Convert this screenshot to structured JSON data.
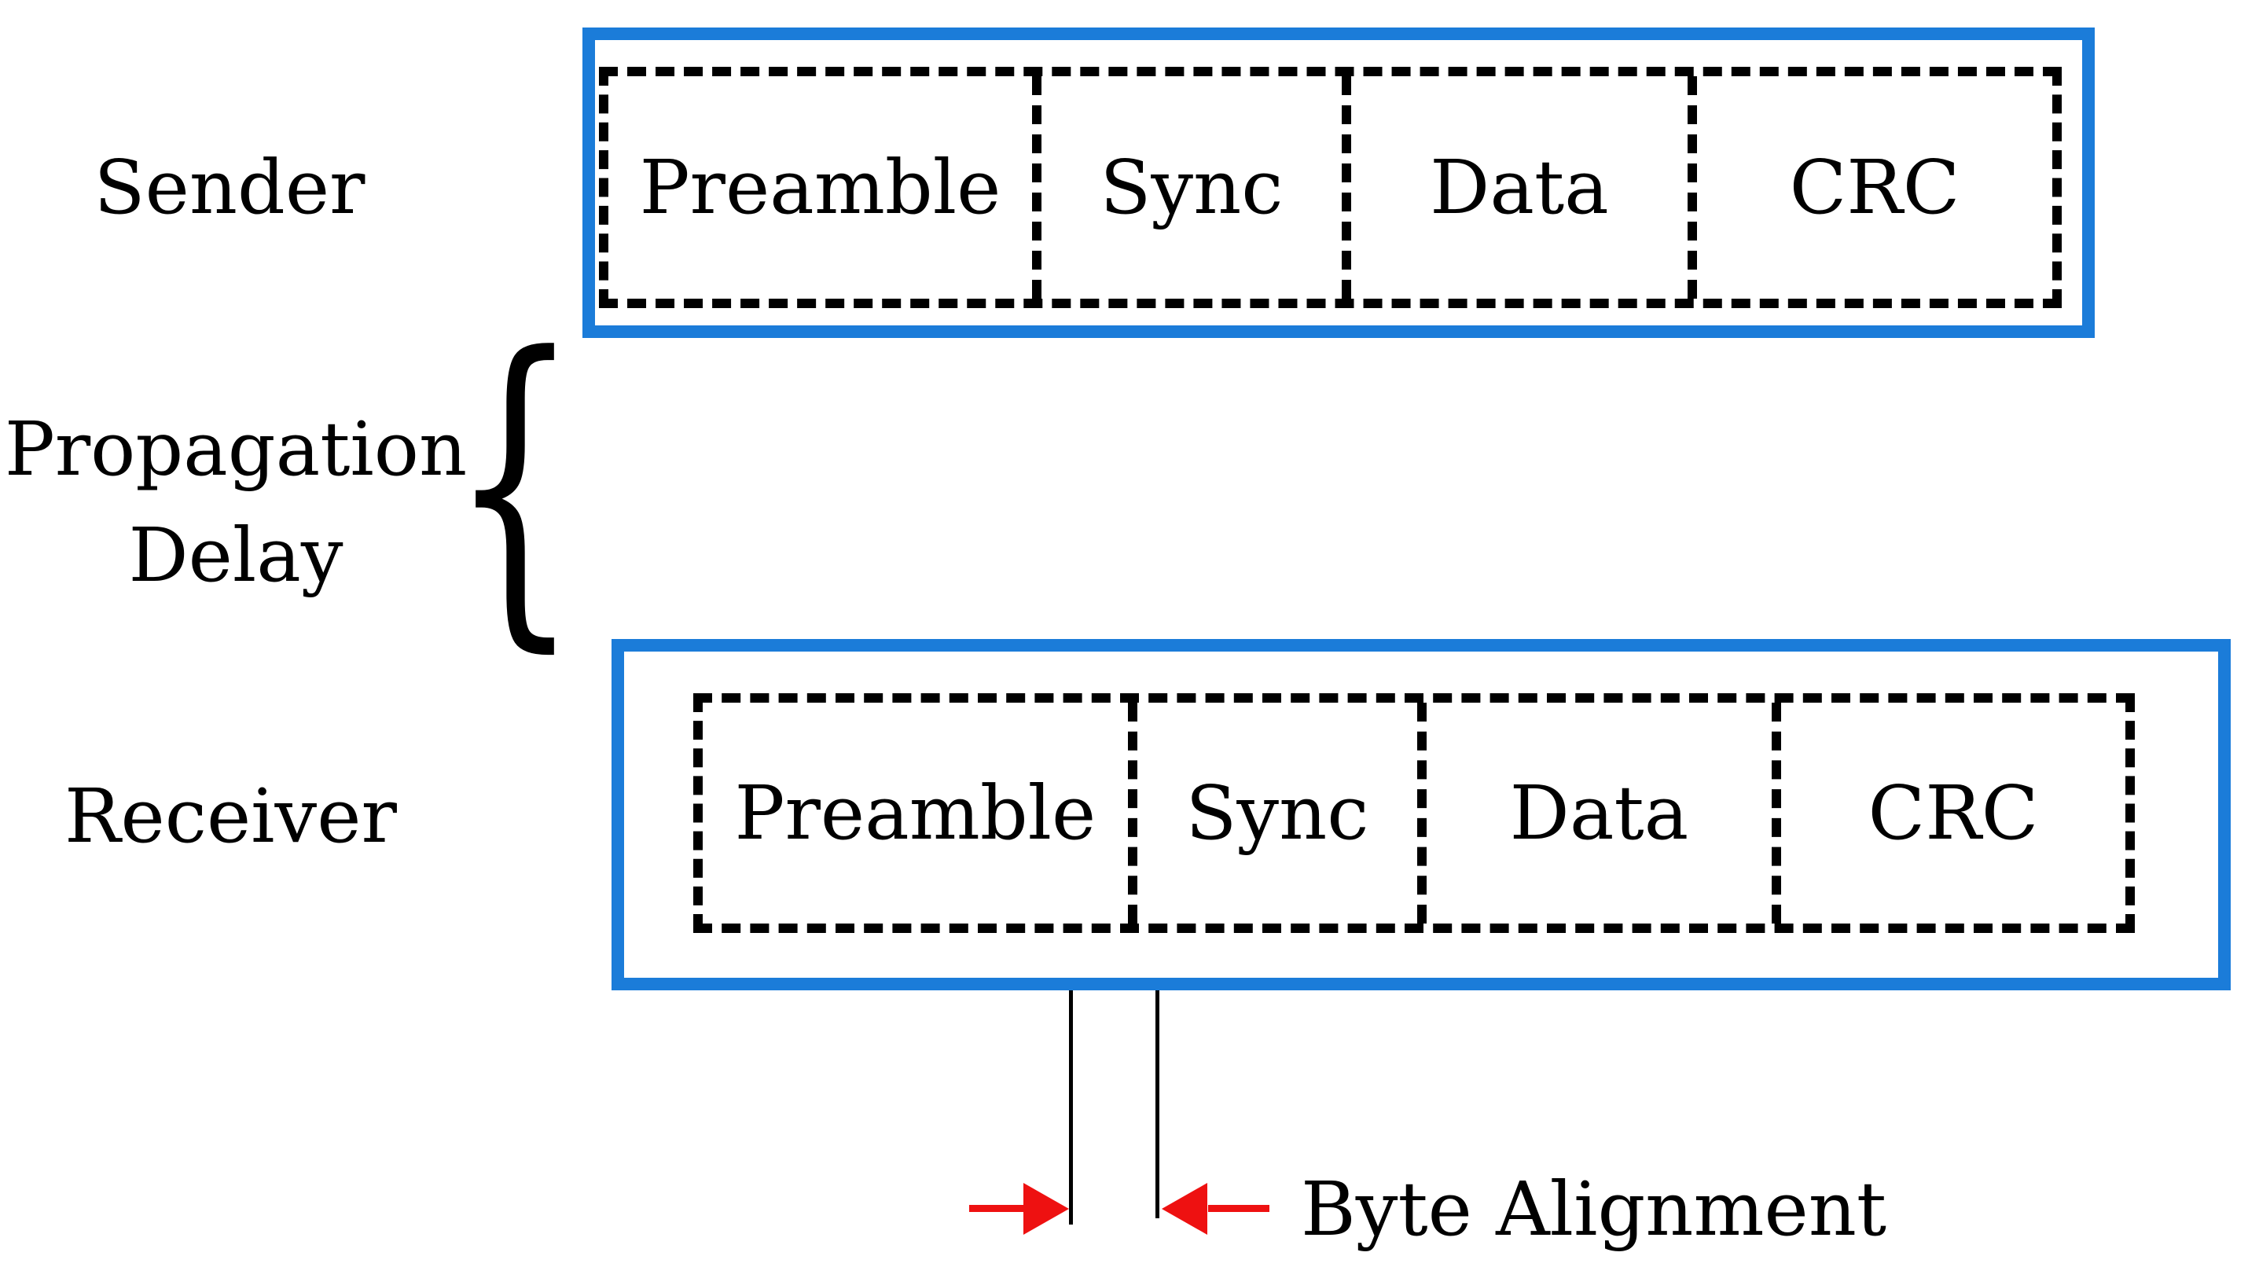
{
  "diagram": {
    "sender_label": "Sender",
    "receiver_label": "Receiver",
    "propagation_line1": "Propagation",
    "propagation_line2": "Delay",
    "brace_glyph": "{",
    "byte_alignment_label": "Byte Alignment",
    "sender_frame": {
      "cells": [
        {
          "label": "Preamble"
        },
        {
          "label": "Sync"
        },
        {
          "label": "Data"
        },
        {
          "label": "CRC"
        }
      ]
    },
    "receiver_frame": {
      "cells": [
        {
          "label": "Preamble"
        },
        {
          "label": "Sync"
        },
        {
          "label": "Data"
        },
        {
          "label": "CRC"
        }
      ]
    },
    "colors": {
      "frame_blue": "#1b7cd9",
      "dash_black": "#000000",
      "arrow_red": "#ee1111"
    }
  }
}
